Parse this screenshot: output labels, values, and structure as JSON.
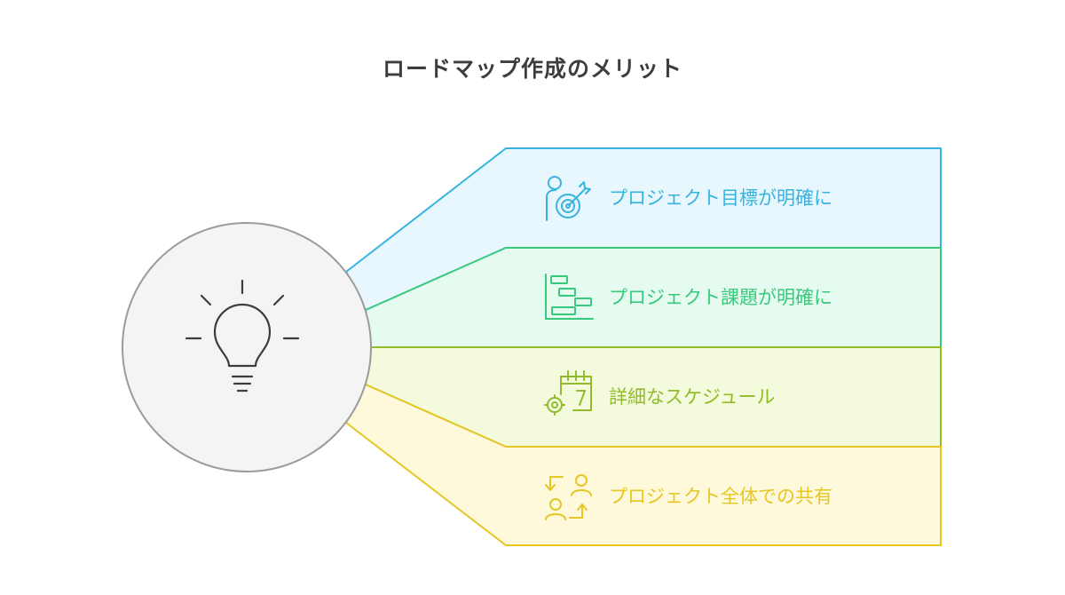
{
  "title": "ロードマップ作成のメリット",
  "items": [
    {
      "label": "プロジェクト目標が明確に",
      "icon": "target-person-icon",
      "color": "#36b4df",
      "fill": "#e7f7fd"
    },
    {
      "label": "プロジェクト課題が明確に",
      "icon": "gantt-chart-icon",
      "color": "#37c97c",
      "fill": "#e6fbf0"
    },
    {
      "label": "詳細なスケジュール",
      "icon": "calendar-gear-icon",
      "color": "#8fbc28",
      "fill": "#f4fbdc"
    },
    {
      "label": "プロジェクト全体での共有",
      "icon": "people-exchange-icon",
      "color": "#e6c623",
      "fill": "#fff9dc"
    }
  ],
  "center": {
    "icon": "lightbulb-icon"
  }
}
